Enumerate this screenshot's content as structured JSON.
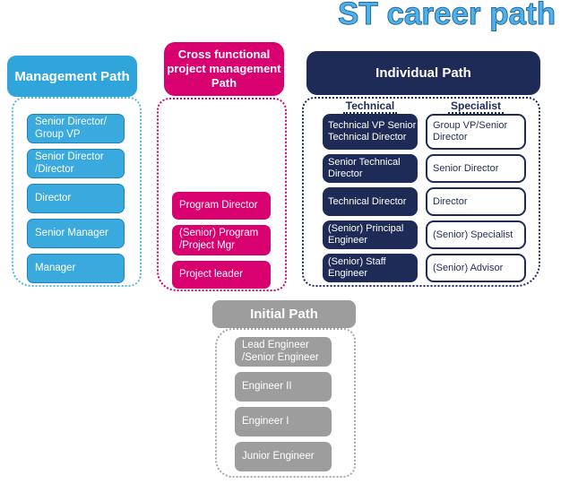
{
  "title": "ST career path",
  "colors": {
    "management_blue": "#2FA5DC",
    "management_item_blue": "#3AAADE",
    "management_item_border": "#1B84BC",
    "cross_pink": "#D9006F",
    "individual_navy": "#1F2B57",
    "initial_gray": "#9D9D9D",
    "title_blue": "#4FB3EA",
    "background": "#FFFFFF"
  },
  "management": {
    "header": "Management Path",
    "items": [
      "Senior Director/ Group VP",
      "Senior Director /Director",
      "Director",
      "Senior Manager",
      "Manager"
    ]
  },
  "cross_functional": {
    "header": "Cross functional project management Path",
    "items": [
      "Program Director",
      "(Senior) Program /Project Mgr",
      "Project leader"
    ]
  },
  "individual": {
    "header": "Individual Path",
    "technical": {
      "label": "Technical",
      "items": [
        "Technical VP Senior Technical Director",
        "Senior Technical Director",
        "Technical Director",
        "(Senior) Principal Engineer",
        "(Senior) Staff Engineer"
      ]
    },
    "specialist": {
      "label": "Specialist",
      "items": [
        "Group VP/Senior Director",
        "Senior Director",
        "Director",
        "(Senior) Specialist",
        "(Senior) Advisor"
      ]
    }
  },
  "initial": {
    "header": "Initial Path",
    "items": [
      "Lead Engineer /Senior Engineer",
      "Engineer II",
      "Engineer I",
      "Junior Engineer"
    ]
  }
}
